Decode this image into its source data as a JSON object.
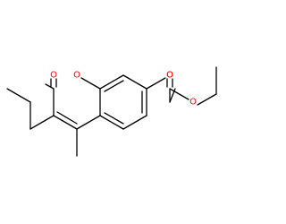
{
  "molecule": {
    "atoms": {
      "carbonyl_o": "O",
      "ring_o": "O",
      "ether_o": "O",
      "ester_carbonyl_o": "O",
      "ester_o": "O"
    }
  },
  "colors": {
    "bond": "#000000",
    "oxygen": "#ff0000",
    "background": "#ffffff"
  }
}
